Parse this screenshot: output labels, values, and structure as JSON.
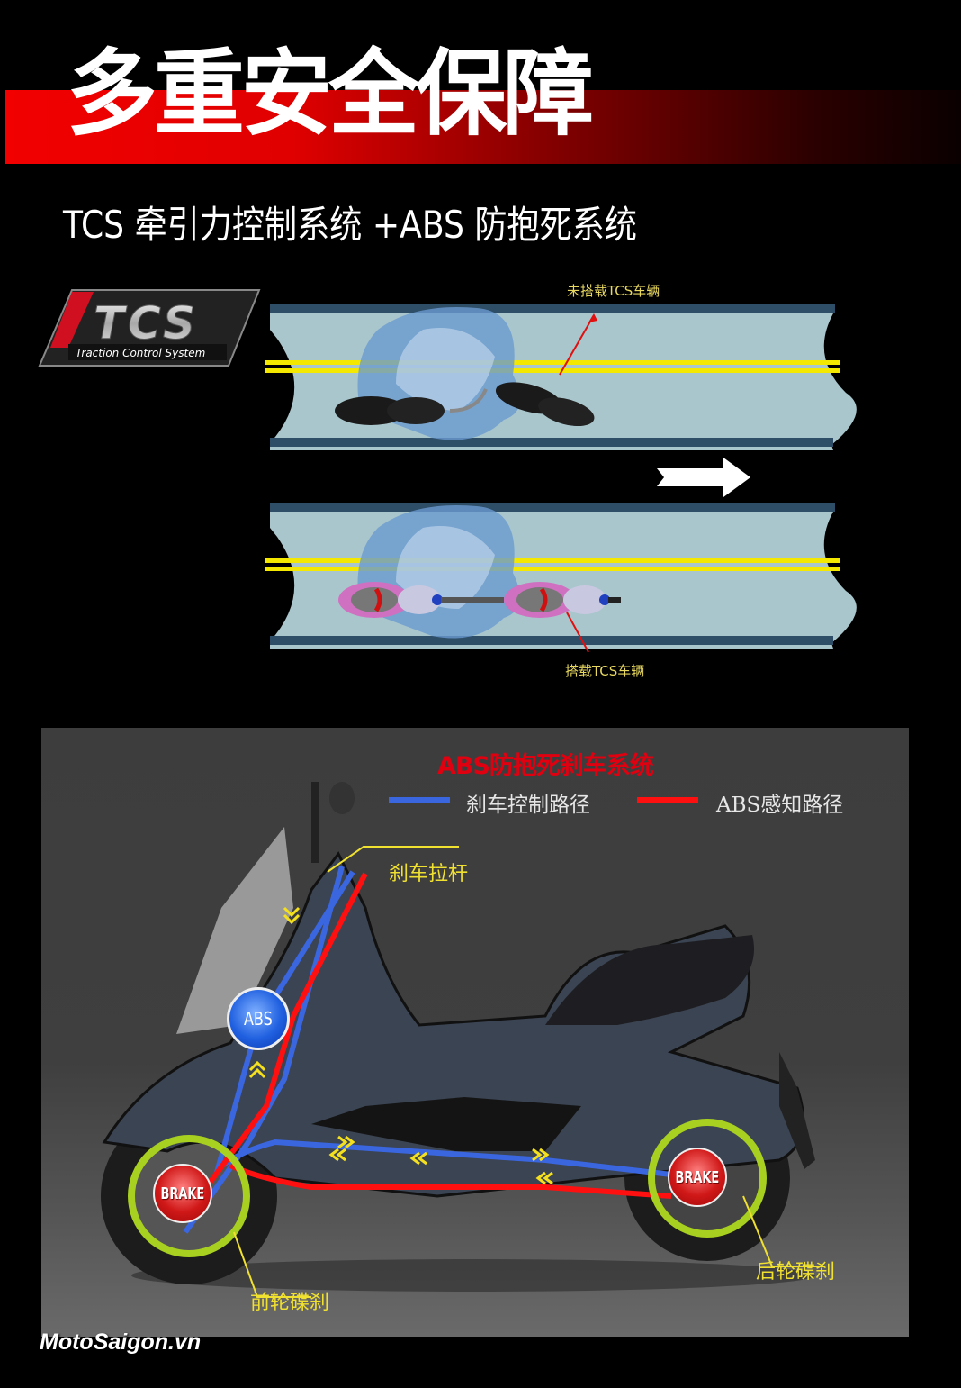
{
  "header": {
    "title": "多重安全保障",
    "band_colors": [
      "#f20000",
      "#8a0000",
      "#0a0000"
    ]
  },
  "subtitle": "TCS 牵引力控制系统 +ABS 防抱死系统",
  "tcs_diagram": {
    "badge": {
      "logo_text": "TCS",
      "tagline": "Traction Control System"
    },
    "top_road": {
      "label": "未搭载TCS车辆"
    },
    "bottom_road": {
      "label": "搭载TCS车辆"
    },
    "direction_arrow": "right-arrow",
    "colors": {
      "road": "#a8c8cc",
      "road_edge": "#2e4e68",
      "lane_line": "#f5e800",
      "label": "#e8d860",
      "pointer": "#e01010"
    }
  },
  "abs_diagram": {
    "title": "ABS防抱死刹车系统",
    "legend": [
      {
        "label": "刹车控制路径",
        "color": "#3a66e0"
      },
      {
        "label": "ABS感知路径",
        "color": "#ff1010"
      }
    ],
    "abs_module_label": "ABS",
    "brake_badges": [
      {
        "label": "BRAKE",
        "position": "front"
      },
      {
        "label": "BRAKE",
        "position": "rear"
      }
    ],
    "callouts": [
      {
        "label": "刹车拉杆"
      },
      {
        "label": "前轮碟刹"
      },
      {
        "label": "后轮碟刹"
      }
    ],
    "colors": {
      "callout": "#f0e030",
      "ring": "#a8d020",
      "brake": "#d01818",
      "abs": "#2060e0"
    }
  },
  "watermark": "MotoSaigon.vn"
}
